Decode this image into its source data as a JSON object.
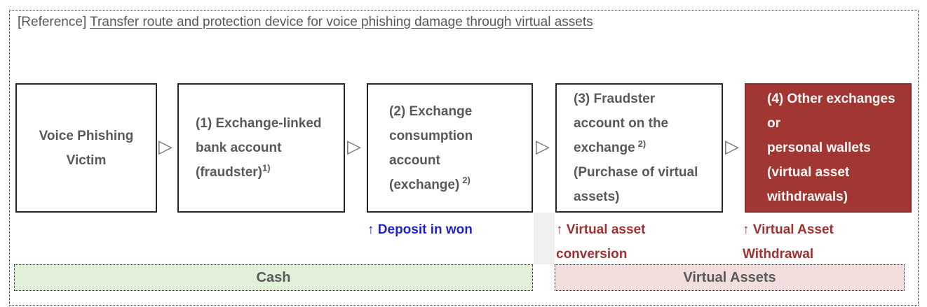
{
  "title": {
    "prefix": "[Reference] ",
    "link_text": "Transfer route and protection device for voice phishing damage through virtual assets"
  },
  "flow": {
    "arrow_glyph": "▷",
    "boxes": {
      "victim": {
        "line1": "Voice Phishing",
        "line2": "Victim"
      },
      "step1": {
        "line1": "(1) Exchange-linked",
        "line2": "bank account",
        "line3": "(fraudster)",
        "line3_sup": "1)"
      },
      "step2": {
        "line1": "(2) Exchange",
        "line2": "consumption",
        "line3": "account",
        "line4": "(exchange)",
        "line4_sup": "2)"
      },
      "step3": {
        "line1": "(3) Fraudster",
        "line2": "account on the",
        "line3": "exchange",
        "line3_sup": "2)",
        "line4": "(Purchase of virtual",
        "line5": "assets)"
      },
      "step4": {
        "line1": "(4) Other exchanges",
        "line2": "or",
        "line3": "personal wallets",
        "line4": "(virtual asset",
        "line5": "withdrawals)"
      }
    }
  },
  "annotations": {
    "deposit": {
      "text": "↑ Deposit in won"
    },
    "conversion": {
      "line1": "↑ Virtual asset",
      "line2": "conversion"
    },
    "withdrawal": {
      "line1": "↑ Virtual Asset",
      "line2": "Withdrawal"
    }
  },
  "bands": {
    "cash": {
      "label": "Cash"
    },
    "virtual_assets": {
      "label": "Virtual Assets"
    }
  },
  "colors": {
    "gray_text": "#595959",
    "dark_red_text": "#9E3132",
    "step4_box_bg": "#A23633",
    "blue_text": "#2121CC",
    "cash_band_bg": "#E2EFD9",
    "virtual_band_bg": "#F2DEDC"
  }
}
